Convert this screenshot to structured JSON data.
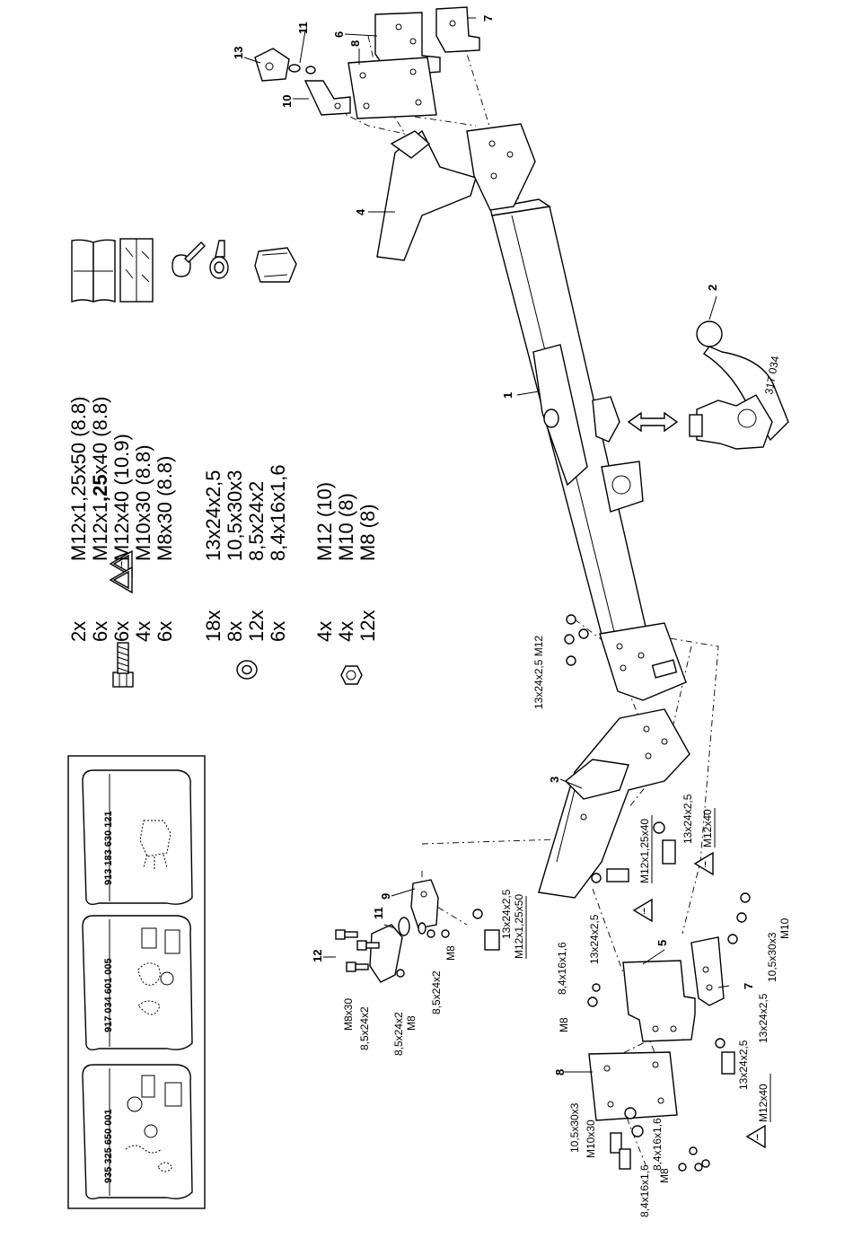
{
  "kits": [
    {
      "number": "935 325 650 001"
    },
    {
      "number": "917 034 601 005"
    },
    {
      "number": "913 183 630 121"
    }
  ],
  "legend_bolts": [
    {
      "qty": "2x",
      "spec": "M12x1,25x50 (8.8)",
      "warning": false
    },
    {
      "qty": "6x",
      "spec_pre": "M12x1",
      "spec_bold": ",25",
      "spec_post": "x40 (8.8)",
      "warning": true
    },
    {
      "qty": "6x",
      "spec": "M12x40 (10.9)",
      "warning": true
    },
    {
      "qty": "4x",
      "spec": "M10x30 (8.8)",
      "warning": false
    },
    {
      "qty": "6x",
      "spec": "M8x30 (8.8)",
      "warning": false
    }
  ],
  "legend_washers": [
    {
      "qty": "18x",
      "spec": "13x24x2,5"
    },
    {
      "qty": "8x",
      "spec": "10,5x30x3"
    },
    {
      "qty": "12x",
      "spec": "8,5x24x2"
    },
    {
      "qty": "6x",
      "spec": "8,4x16x1,6"
    }
  ],
  "legend_nuts": [
    {
      "qty": "4x",
      "spec": "M12 (10)"
    },
    {
      "qty": "4x",
      "spec": "M10 (8)"
    },
    {
      "qty": "12x",
      "spec": "M8 (8)"
    }
  ],
  "ball_marking": "317 034",
  "part_numbers": {
    "p1": "1",
    "p2": "2",
    "p3": "3",
    "p4": "4",
    "p5": "5",
    "p6": "6",
    "p7a": "7",
    "p7b": "7",
    "p8a": "8",
    "p8b": "8",
    "p9": "9",
    "p10": "10",
    "p11a": "11",
    "p11b": "11",
    "p12": "12",
    "p13": "13"
  },
  "labels": {
    "c1": "13x24x2,5 M12",
    "c2": "13x24x2,5",
    "c3": "M12x40",
    "c4": "M12x1,25x40",
    "c5": "13x24x2,5",
    "c6": "13x24x2,5",
    "c7": "M12x1,25x50",
    "c8": "8,5x24x2",
    "c9": "M8",
    "c10": "8,4x16x1,6",
    "c11": "13x24x2,5",
    "c12": "M8",
    "c13": "8,4x16x1,6",
    "c14": "8,5x24x2",
    "c15": "M8",
    "c16": "M8x30",
    "c17": "8,5x24x2",
    "c18": "M10",
    "c19": "10,5x30x3",
    "c20": "13x24x2,5",
    "c21": "M12x40",
    "c22": "10,5x30x3",
    "c23": "M10x30",
    "c24": "8,4x16x1,6",
    "c25": "M8"
  }
}
